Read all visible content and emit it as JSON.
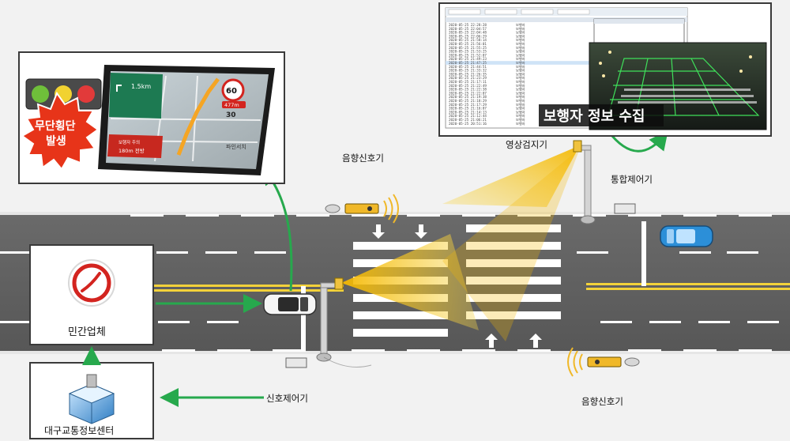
{
  "labels": {
    "acoustic_signal_top": "음향신호기",
    "acoustic_signal_bottom": "음향신호기",
    "video_detector": "영상검지기",
    "integrated_controller": "통합제어기",
    "signal_controller": "신호제어기",
    "private_company": "민간업체",
    "traffic_center": "대구교통정보센터",
    "jaywalk_alert": [
      "무단횡단",
      "발생"
    ],
    "collect_caption": "보행자 정보 수집"
  },
  "navigation_screen": {
    "distance": "1.5km",
    "speed_limit": "60",
    "remaining": "477m",
    "next_limit": "30",
    "warning": "보행자 주의",
    "warning_distance": "180m 전방",
    "search_button": "파인서치"
  },
  "record_log": {
    "rows": [
      {
        "time": "2020-05-25 22:28:28",
        "type": "보행자"
      },
      {
        "time": "2020-05-25 22:04:57",
        "type": "보행자"
      },
      {
        "time": "2020-05-25 22:04:48",
        "type": "보행자"
      },
      {
        "time": "2020-05-25 22:06:29",
        "type": "보행자"
      },
      {
        "time": "2020-05-25 21:58:14",
        "type": "보행자"
      },
      {
        "time": "2020-05-25 21:56:01",
        "type": "보행자"
      },
      {
        "time": "2020-05-25 21:55:25",
        "type": "보행자"
      },
      {
        "time": "2020-05-25 21:53:25",
        "type": "보행자"
      },
      {
        "time": "2020-05-25 21:52:07",
        "type": "보행자"
      },
      {
        "time": "2020-05-25 21:49:23",
        "type": "보행자"
      },
      {
        "time": "2020-05-25 21:47:25",
        "type": "보행자"
      },
      {
        "time": "2020-05-25 21:44:51",
        "type": "보행자"
      },
      {
        "time": "2020-05-25 21:33:32",
        "type": "보행자"
      },
      {
        "time": "2020-05-25 21:26:35",
        "type": "보행자"
      },
      {
        "time": "2020-05-25 21:23:29",
        "type": "보행자"
      },
      {
        "time": "2020-05-25 21:17:11",
        "type": "보행자"
      },
      {
        "time": "2020-05-25 21:22:49",
        "type": "보행자"
      },
      {
        "time": "2020-05-25 21:22:38",
        "type": "보행자"
      },
      {
        "time": "2020-05-25 21:22:07",
        "type": "보행자"
      },
      {
        "time": "2020-05-25 21:19:38",
        "type": "보행자"
      },
      {
        "time": "2020-05-25 21:18:29",
        "type": "보행자"
      },
      {
        "time": "2020-05-25 21:17:29",
        "type": "보행자"
      },
      {
        "time": "2020-05-25 21:16:07",
        "type": "보행자"
      },
      {
        "time": "2020-05-25 21:14:13",
        "type": "보행자"
      },
      {
        "time": "2020-05-25 21:12:44",
        "type": "보행자"
      },
      {
        "time": "2020-05-25 21:06:21",
        "type": "보행자"
      },
      {
        "time": "2020-05-25 20:51:16",
        "type": "보행자"
      }
    ]
  },
  "colors": {
    "road": "#5f5f5f",
    "yellow_line": "#f3d23a",
    "beam": "#f5b800",
    "flow_arrow": "#27a94d",
    "alert_star": "#e73419",
    "nav_green": "#1d7a52",
    "detect_grid": "#3fe05a"
  },
  "icons": [
    "traffic-light-icon",
    "camera-pole-icon",
    "speaker-icon",
    "car-icon",
    "building-icon",
    "logo-icon",
    "star-burst-icon"
  ]
}
